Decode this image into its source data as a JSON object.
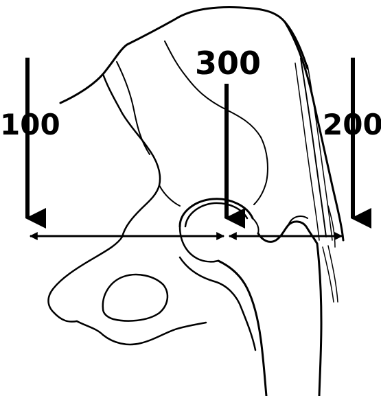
{
  "figure": {
    "labels": {
      "left_force": "100",
      "center_force": "300",
      "right_force": "200"
    },
    "colors": {
      "ink": "#000000",
      "background": "#ffffff"
    }
  }
}
